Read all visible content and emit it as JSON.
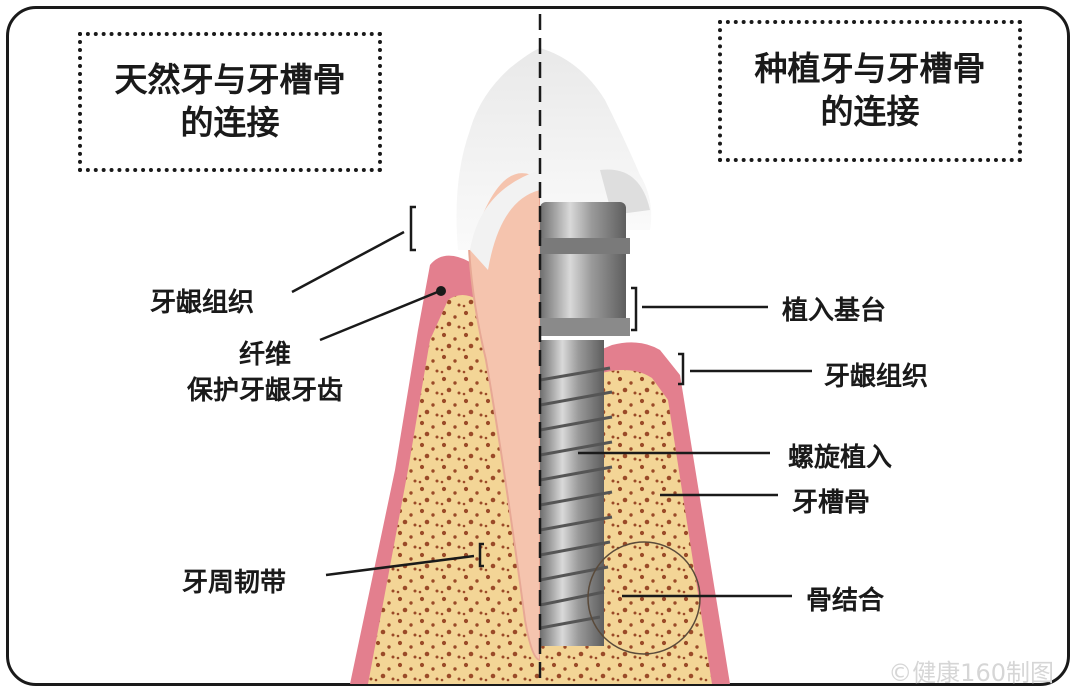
{
  "left_title": {
    "line1": "天然牙与牙槽骨",
    "line2": "的连接"
  },
  "right_title": {
    "line1": "种植牙与牙槽骨",
    "line2": "的连接"
  },
  "left_labels": {
    "gum": "牙龈组织",
    "fiber_line1": "纤维",
    "fiber_line2": "保护牙龈牙齿",
    "ligament": "牙周韧带"
  },
  "right_labels": {
    "abutment": "植入基台",
    "gum": "牙龈组织",
    "screw": "螺旋植入",
    "bone": "牙槽骨",
    "osseointegration": "骨结合"
  },
  "watermark": "©健康160制图",
  "colors": {
    "gum": "#e37f8e",
    "bone": "#f3d596",
    "bone_dots": "#9a4a28",
    "root": "#f5c4ae",
    "enamel": "#f3f3f3",
    "metal": "#a3a3a3",
    "line": "#1a1a1a"
  }
}
